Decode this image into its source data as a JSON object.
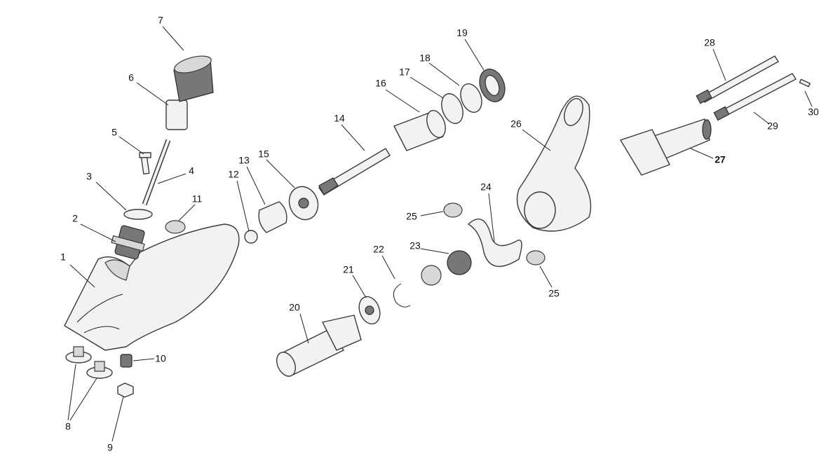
{
  "title": "Exploded parts diagram",
  "part_labels": [
    "1",
    "2",
    "3",
    "4",
    "5",
    "6",
    "7",
    "8",
    "9",
    "10",
    "11",
    "12",
    "13",
    "14",
    "15",
    "16",
    "17",
    "18",
    "19",
    "20",
    "21",
    "22",
    "23",
    "24",
    "25",
    "25",
    "26",
    "27",
    "28",
    "29",
    "30"
  ],
  "colors": {
    "line": "#3a3a3a",
    "fill": "#f2f2f2",
    "text": "#111111"
  }
}
